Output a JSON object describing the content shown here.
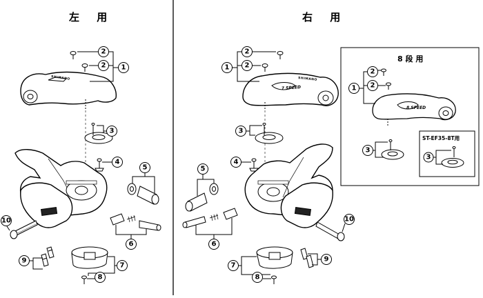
{
  "panels": {
    "left_title": "左 用",
    "right_title": "右 用",
    "inset_title": "8 段 用",
    "subinset_title": "ST-EF35-8T用"
  },
  "parts": {
    "p1": "1",
    "p2": "2",
    "p3": "3",
    "p4": "4",
    "p5": "5",
    "p6": "6",
    "p7": "7",
    "p8": "8",
    "p9": "9",
    "p10": "10"
  },
  "cover_marks": {
    "brand": "SHIMANO",
    "speed7": "7 SPEED",
    "speed8": "8 SPEED"
  },
  "colors": {
    "line": "#000000",
    "fill_light": "#ffffff",
    "fill_dark": "#222222"
  }
}
